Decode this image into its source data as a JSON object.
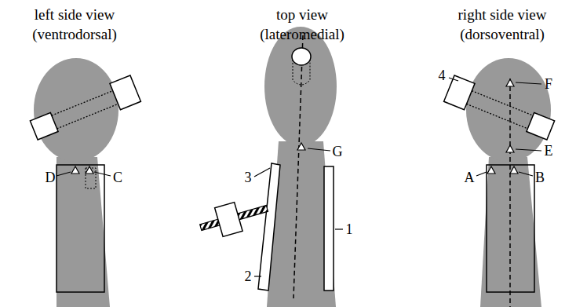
{
  "diagram": {
    "labels": [
      "left side view",
      "(ventrodorsal)",
      "top view",
      "(lateromedial)",
      "right side view",
      "(dorsoventral)",
      "D",
      "C",
      "3",
      "G",
      "2",
      "1",
      "4",
      "F",
      "E",
      "A",
      "B"
    ]
  }
}
